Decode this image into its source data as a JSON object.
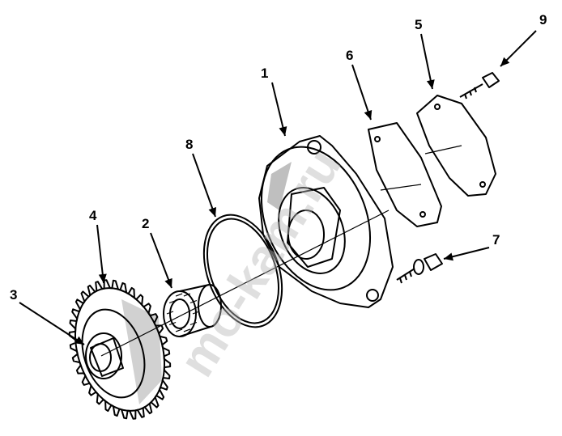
{
  "callouts": [
    {
      "id": "1",
      "label": "1"
    },
    {
      "id": "2",
      "label": "2"
    },
    {
      "id": "3",
      "label": "3"
    },
    {
      "id": "4",
      "label": "4"
    },
    {
      "id": "5",
      "label": "5"
    },
    {
      "id": "6",
      "label": "6"
    },
    {
      "id": "7",
      "label": "7"
    },
    {
      "id": "8",
      "label": "8"
    },
    {
      "id": "9",
      "label": "9"
    }
  ],
  "watermark": {
    "text": "mo-kam.ru"
  },
  "colors": {
    "line": "#000000",
    "background": "#ffffff",
    "watermark": "#b9b9b9"
  }
}
